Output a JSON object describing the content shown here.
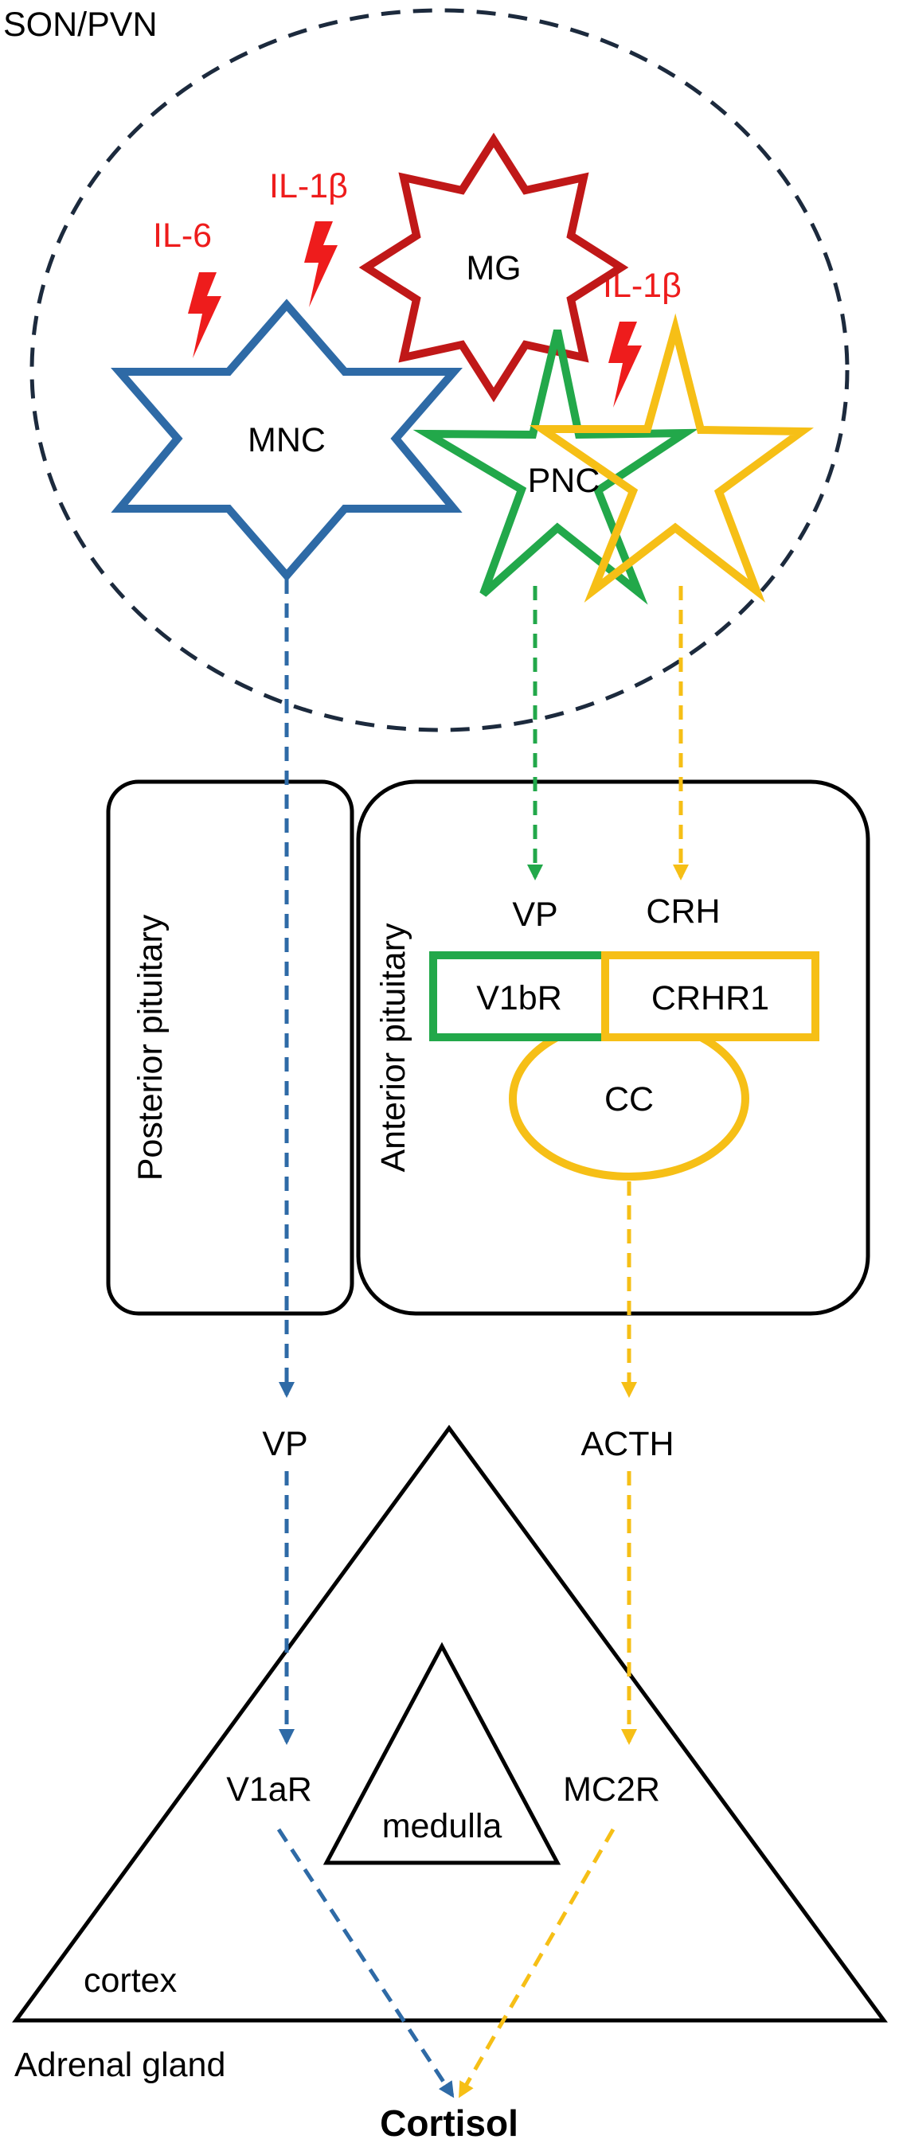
{
  "labels": {
    "son_pvn": "SON/PVN",
    "il6": "IL-6",
    "il1b_left": "IL-1β",
    "il1b_right": "IL-1β",
    "mg": "MG",
    "mnc": "MNC",
    "pnc": "PNC",
    "posterior_pituitary": "Posterior pituitary",
    "anterior_pituitary": "Anterior pituitary",
    "vp_anterior": "VP",
    "crh": "CRH",
    "v1br": "V1bR",
    "crhr1": "CRHR1",
    "cc": "CC",
    "vp_lower": "VP",
    "acth": "ACTH",
    "v1ar": "V1aR",
    "mc2r": "MC2R",
    "medulla": "medulla",
    "cortex": "cortex",
    "adrenal_gland": "Adrenal gland",
    "cortisol": "Cortisol"
  },
  "colors": {
    "mnc_blue": "#2e6aa6",
    "vp_green": "#22a84a",
    "crh_yellow": "#f6bf16",
    "mg_red": "#c01818",
    "cytokine_red": "#ee1c1c",
    "outline_black": "#000000",
    "dashed_navy": "#1c2a3d"
  },
  "icons": {
    "cytokine": "lightning-bolt-icon"
  }
}
